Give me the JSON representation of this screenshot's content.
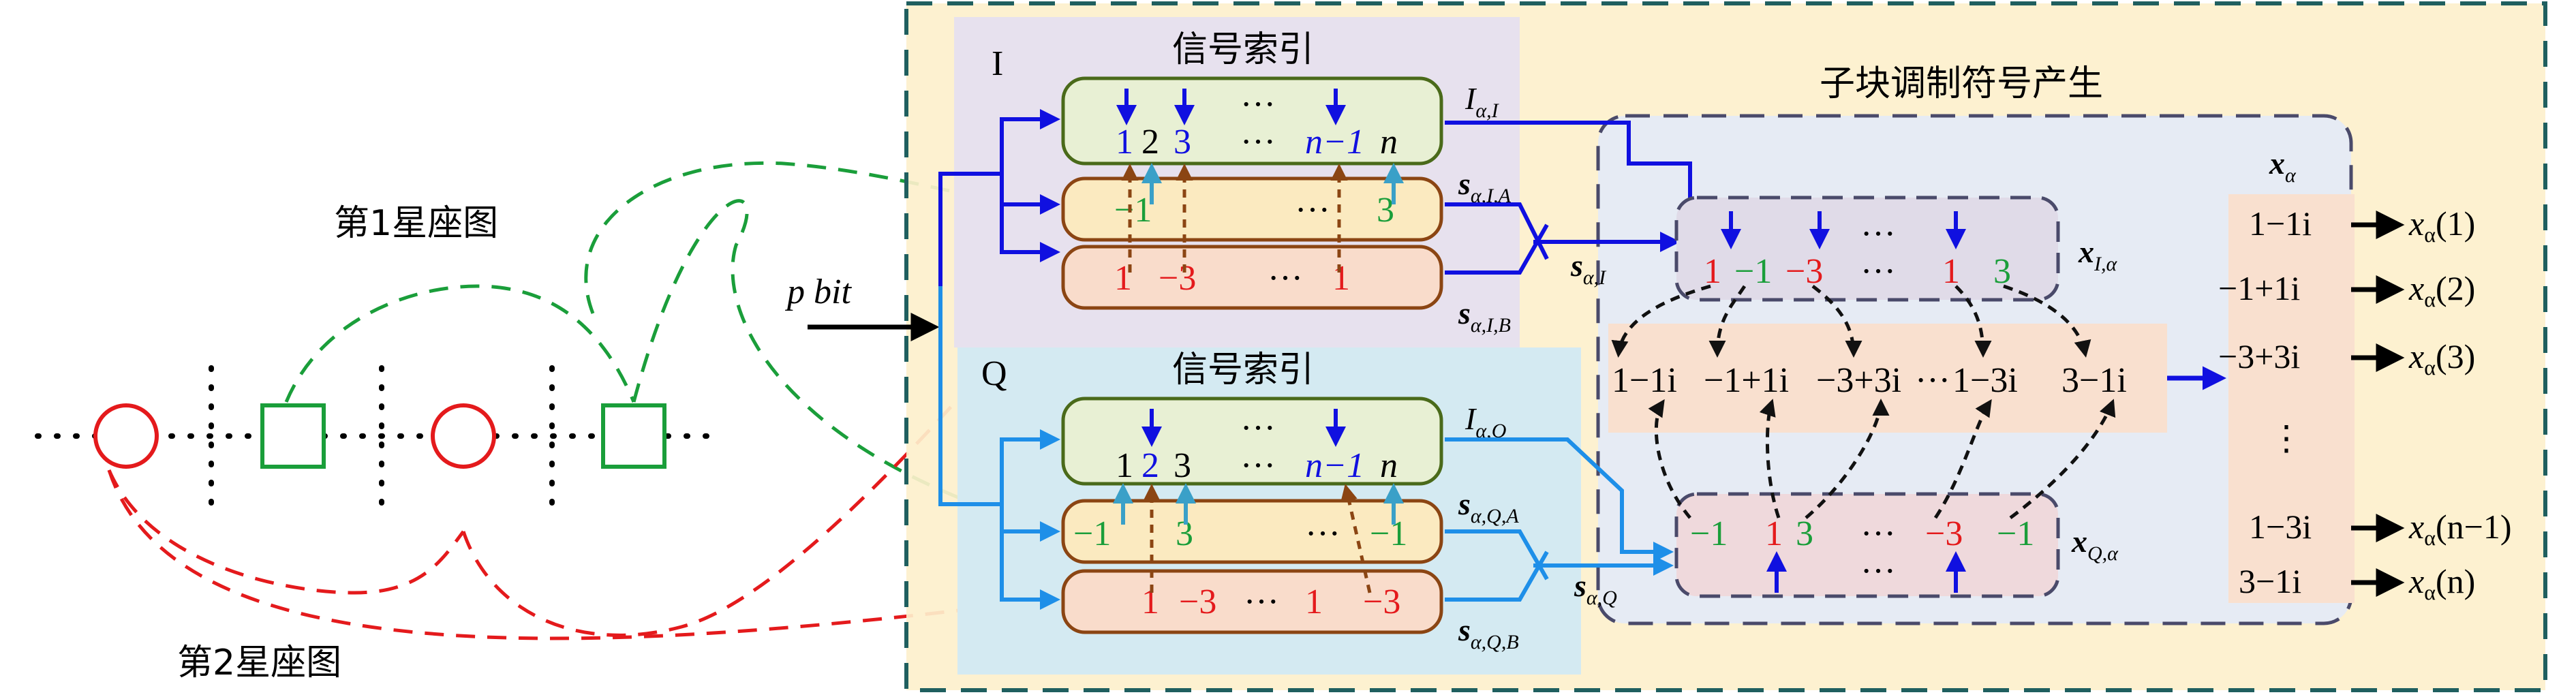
{
  "colors": {
    "red": "#e41a1c",
    "green": "#1a9e3a",
    "blue": "#1010e0",
    "lightblue": "#1e8fe8",
    "brown": "#8b4513",
    "cyan": "#3aa0c8",
    "outer_fill": "#fdf0cc",
    "outer_border": "#1f5f5f",
    "i_panel": "#e7e1ee",
    "q_panel": "#d4eaf2",
    "sub_panel": "#e6ebf4",
    "green_box": "#e8f0d4",
    "yellow_box": "#fbeac0",
    "salmon_box": "#f9dccb",
    "peach_band": "#f9e0cf",
    "pink_box": "#efd9dc"
  },
  "constellation": {
    "label1": "第1星座图",
    "label2": "第2星座图"
  },
  "input": {
    "pbit": "p bit"
  },
  "i_branch": {
    "letter": "I",
    "title": "信号索引",
    "index_label": "I",
    "index_sub": "α,I",
    "sA_label": "s",
    "sA_sub": "α,I,A",
    "sB_label": "s",
    "sB_sub": "α,I,B",
    "s_label": "s",
    "s_sub": "α,I",
    "index_row": [
      "1",
      "2",
      "3",
      "···",
      "n−1",
      "n"
    ],
    "index_dots_top": "···",
    "rowA": [
      "−1",
      "···",
      "3"
    ],
    "rowB": [
      "1",
      "−3",
      "···",
      "1"
    ]
  },
  "q_branch": {
    "letter": "Q",
    "title": "信号索引",
    "index_label": "I",
    "index_sub": "α,Q",
    "sA_label": "s",
    "sA_sub": "α,Q,A",
    "sB_label": "s",
    "sB_sub": "α,Q,B",
    "s_label": "s",
    "s_sub": "α,Q",
    "index_row": [
      "1",
      "2",
      "3",
      "···",
      "n−1",
      "n"
    ],
    "index_dots_top": "···",
    "rowA": [
      "−1",
      "3",
      "···",
      "−1"
    ],
    "rowB": [
      "1",
      "−3",
      "···",
      "1",
      "−3"
    ]
  },
  "subblock": {
    "title": "子块调制符号产生",
    "xI_label": "x",
    "xI_sub": "I,α",
    "xQ_label": "x",
    "xQ_sub": "Q,α",
    "xI_row": [
      "1",
      "−1",
      "−3",
      "···",
      "1",
      "3"
    ],
    "xI_dots_top": "···",
    "xQ_row": [
      "−1",
      "1",
      "3",
      "···",
      "−3",
      "−1"
    ],
    "xQ_dots_bottom": "···",
    "complex_row": [
      "1−1i",
      "−1+1i",
      "−3+3i",
      "···",
      "1−3i",
      "3−1i"
    ]
  },
  "output": {
    "x_label": "x",
    "x_sub": "α",
    "values": [
      "1−1i",
      "−1+1i",
      "−3+3i",
      "⋮",
      "1−3i",
      "3−1i"
    ],
    "symbols": [
      "x_α(1)",
      "x_α(2)",
      "x_α(3)",
      "x_α(n−1)",
      "x_α(n)"
    ],
    "symbol_args": [
      "(1)",
      "(2)",
      "(3)",
      "(n−1)",
      "(n)"
    ],
    "symbol_base": "x",
    "symbol_sub": "α"
  }
}
